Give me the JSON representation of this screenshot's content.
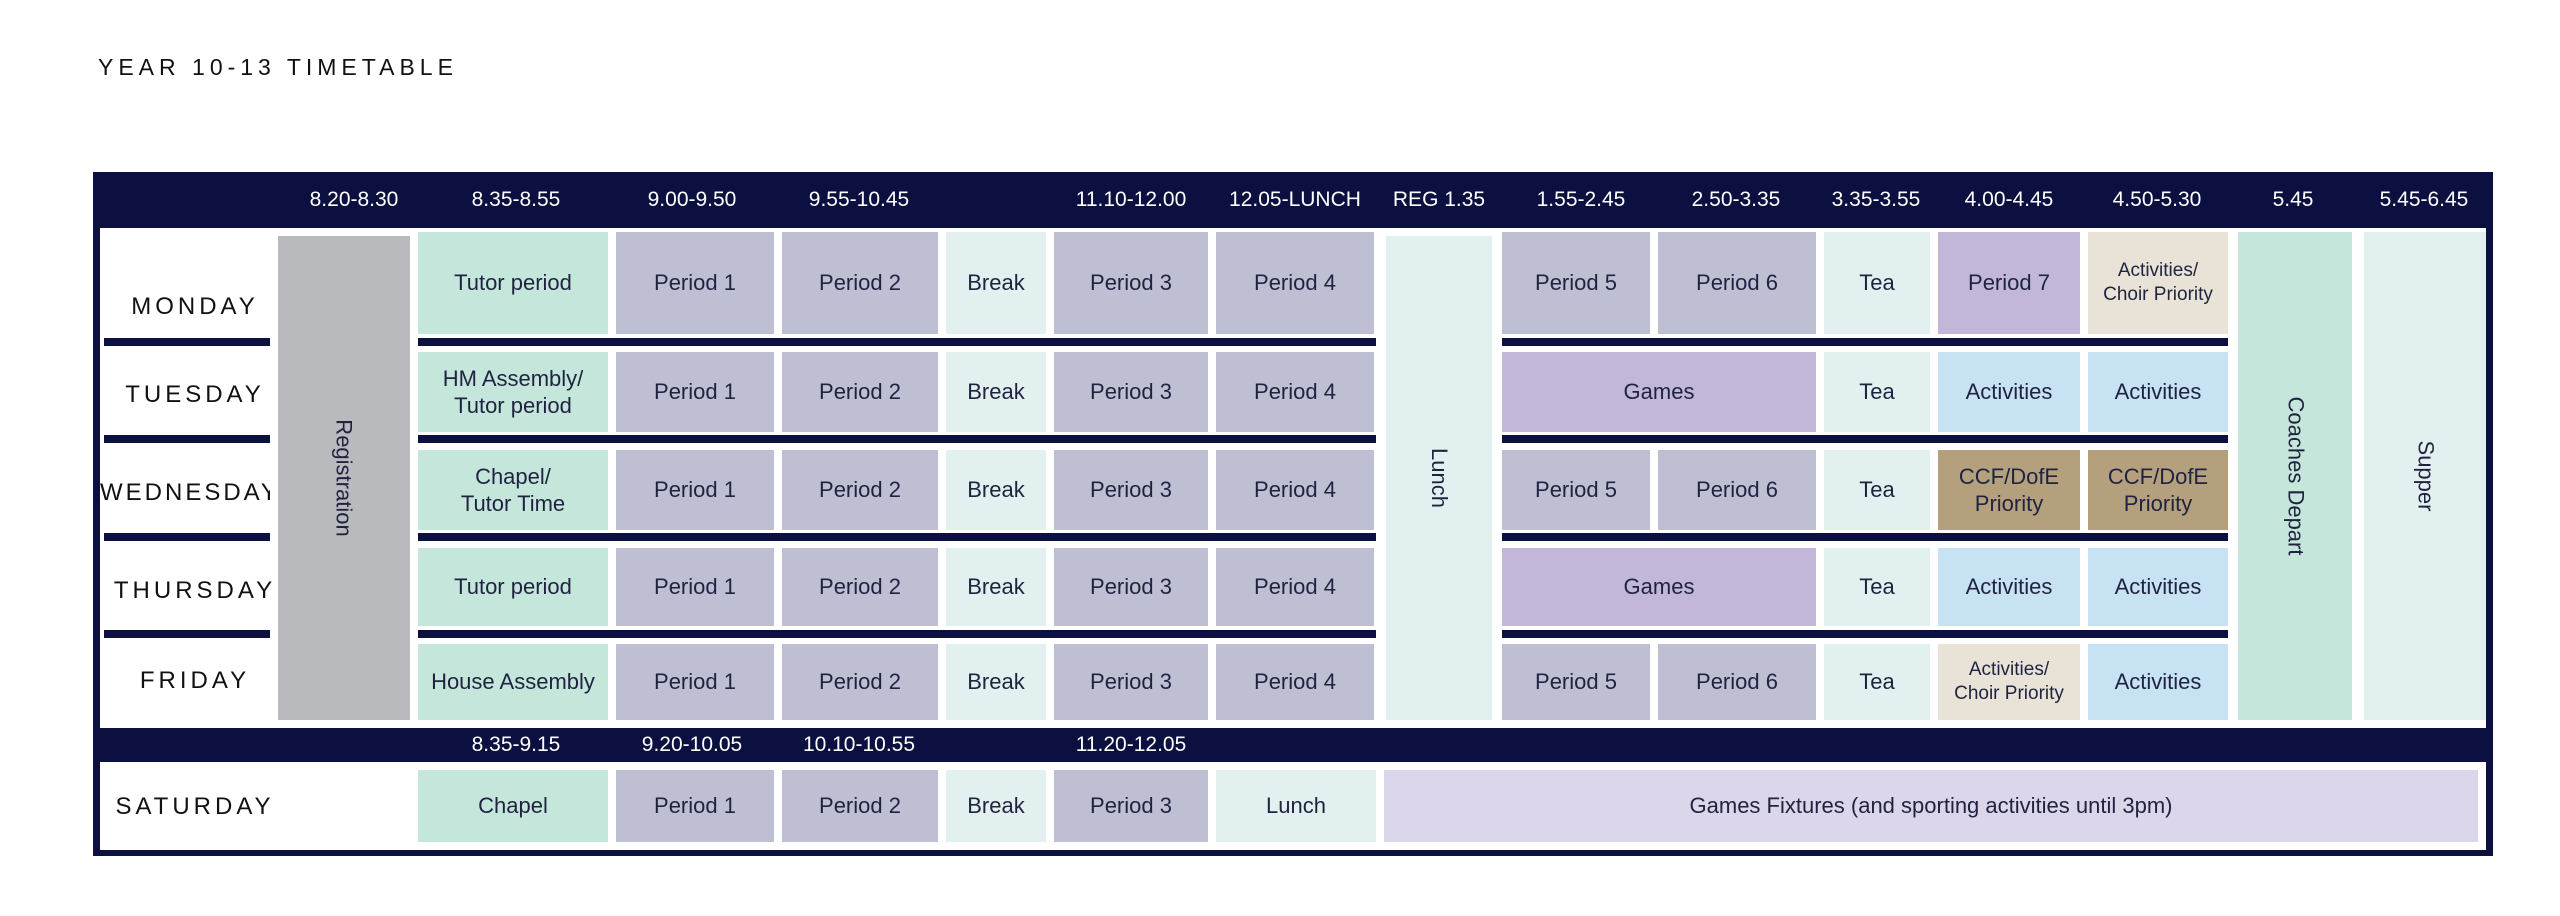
{
  "title": "YEAR 10-13 TIMETABLE",
  "times": [
    "8.20-8.30",
    "8.35-8.55",
    "9.00-9.50",
    "9.55-10.45",
    "11.10-12.00",
    "12.05-LUNCH",
    "REG 1.35",
    "1.55-2.45",
    "2.50-3.35",
    "3.35-3.55",
    "4.00-4.45",
    "4.50-5.30",
    "5.45",
    "5.45-6.45"
  ],
  "saturday_times": [
    "8.35-9.15",
    "9.20-10.05",
    "10.10-10.55",
    "11.20-12.05"
  ],
  "days": [
    "MONDAY",
    "TUESDAY",
    "WEDNESDAY",
    "THURSDAY",
    "FRIDAY"
  ],
  "saturday_day": "SATURDAY",
  "spanning": {
    "registration": "Registration",
    "lunch": "Lunch",
    "coaches": "Coaches Depart",
    "supper": "Supper"
  },
  "rows": [
    {
      "tutor": "Tutor period",
      "p1": "Period 1",
      "p2": "Period 2",
      "break": "Break",
      "p3": "Period 3",
      "p4": "Period 4",
      "p5": "Period 5",
      "p6": "Period 6",
      "tea": "Tea",
      "a1": "Period 7",
      "a2": "Activities/\nChoir Priority"
    },
    {
      "tutor": "HM Assembly/\nTutor period",
      "p1": "Period 1",
      "p2": "Period 2",
      "break": "Break",
      "p3": "Period 3",
      "p4": "Period 4",
      "games": "Games",
      "tea": "Tea",
      "a1": "Activities",
      "a2": "Activities"
    },
    {
      "tutor": "Chapel/\nTutor Time",
      "p1": "Period 1",
      "p2": "Period 2",
      "break": "Break",
      "p3": "Period 3",
      "p4": "Period 4",
      "p5": "Period 5",
      "p6": "Period 6",
      "tea": "Tea",
      "a1": "CCF/DofE\nPriority",
      "a2": "CCF/DofE\nPriority"
    },
    {
      "tutor": "Tutor period",
      "p1": "Period 1",
      "p2": "Period 2",
      "break": "Break",
      "p3": "Period 3",
      "p4": "Period 4",
      "games": "Games",
      "tea": "Tea",
      "a1": "Activities",
      "a2": "Activities"
    },
    {
      "tutor": "House Assembly",
      "p1": "Period 1",
      "p2": "Period 2",
      "break": "Break",
      "p3": "Period 3",
      "p4": "Period 4",
      "p5": "Period 5",
      "p6": "Period 6",
      "tea": "Tea",
      "a1": "Activities/\nChoir Priority",
      "a2": "Activities"
    }
  ],
  "saturday": {
    "chapel": "Chapel",
    "p1": "Period 1",
    "p2": "Period 2",
    "break": "Break",
    "p3": "Period 3",
    "lunch": "Lunch",
    "fixtures": "Games Fixtures (and sporting activities until 3pm)"
  },
  "colors": {
    "navy": "#0b1040",
    "tutor": "#c5e6da",
    "period": "#bfbfd4",
    "break": "#e2f1ef",
    "games": "#c3b7d9",
    "activities": "#c7e2f3",
    "ccf": "#b5a07e",
    "choir": "#e8e2d7",
    "registration": "#b9babd",
    "fixtures": "#dbd6ea"
  }
}
